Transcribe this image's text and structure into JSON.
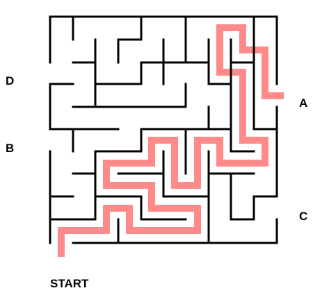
{
  "puzzle": {
    "labels": {
      "start": "START",
      "a": "A",
      "b": "B",
      "c": "C",
      "d": "D"
    },
    "colors": {
      "wall": "#000000",
      "solution_path": "#ff8a8a",
      "background": "#ffffff"
    }
  }
}
